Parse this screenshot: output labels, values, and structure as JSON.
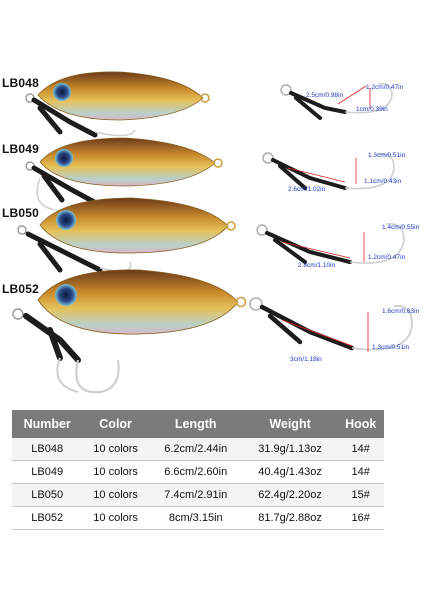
{
  "colors": {
    "header_bg": "#7b7b7b",
    "header_text": "#ffffff",
    "dimension_text": "#1b36c8",
    "dimension_arrow": "#e02020",
    "lure_gold": "#d4a017",
    "lure_brown": "#6b3a1c",
    "skirt_black": "#1c1c1c"
  },
  "lures": [
    {
      "model": "LB048",
      "hook_dims": [
        "1.2cm/0.47in",
        "2.5cm/0.98in",
        "1cm/0.39in"
      ]
    },
    {
      "model": "LB049",
      "hook_dims": [
        "1.3cm/0.51in",
        "1.1cm/0.43in",
        "2.6cm/1.02in"
      ]
    },
    {
      "model": "LB050",
      "hook_dims": [
        "1.4cm/0.55in",
        "1.2cm/0.47in",
        "2.8cm/1.10in"
      ]
    },
    {
      "model": "LB052",
      "hook_dims": [
        "1.6cm/0.63in",
        "1.3cm/0.51in",
        "3cm/1.18in"
      ]
    }
  ],
  "table": {
    "headers": [
      "Number",
      "Color",
      "Length",
      "Weight",
      "Hook"
    ],
    "rows": [
      [
        "LB048",
        "10 colors",
        "6.2cm/2.44in",
        "31.9g/1.13oz",
        "14#"
      ],
      [
        "LB049",
        "10 colors",
        "6.6cm/2.60in",
        "40.4g/1.43oz",
        "14#"
      ],
      [
        "LB050",
        "10 colors",
        "7.4cm/2.91in",
        "62.4g/2.20oz",
        "15#"
      ],
      [
        "LB052",
        "10 colors",
        "8cm/3.15in",
        "81.7g/2.88oz",
        "16#"
      ]
    ]
  }
}
